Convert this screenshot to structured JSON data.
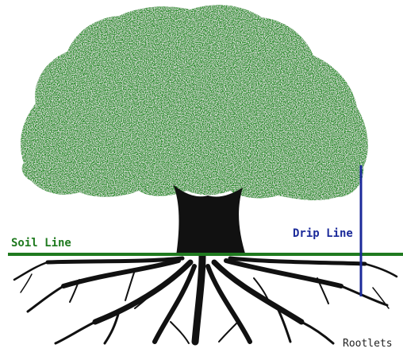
{
  "labels": {
    "soil_line": "Soil Line",
    "drip_line": "Drip Line",
    "rootlets": "Rootlets"
  },
  "colors": {
    "canopy": "#1e8a1e",
    "soil_line": "#1f7a1f",
    "drip_line": "#1b2a9a",
    "trunk": "#111111",
    "roots": "#111111"
  }
}
